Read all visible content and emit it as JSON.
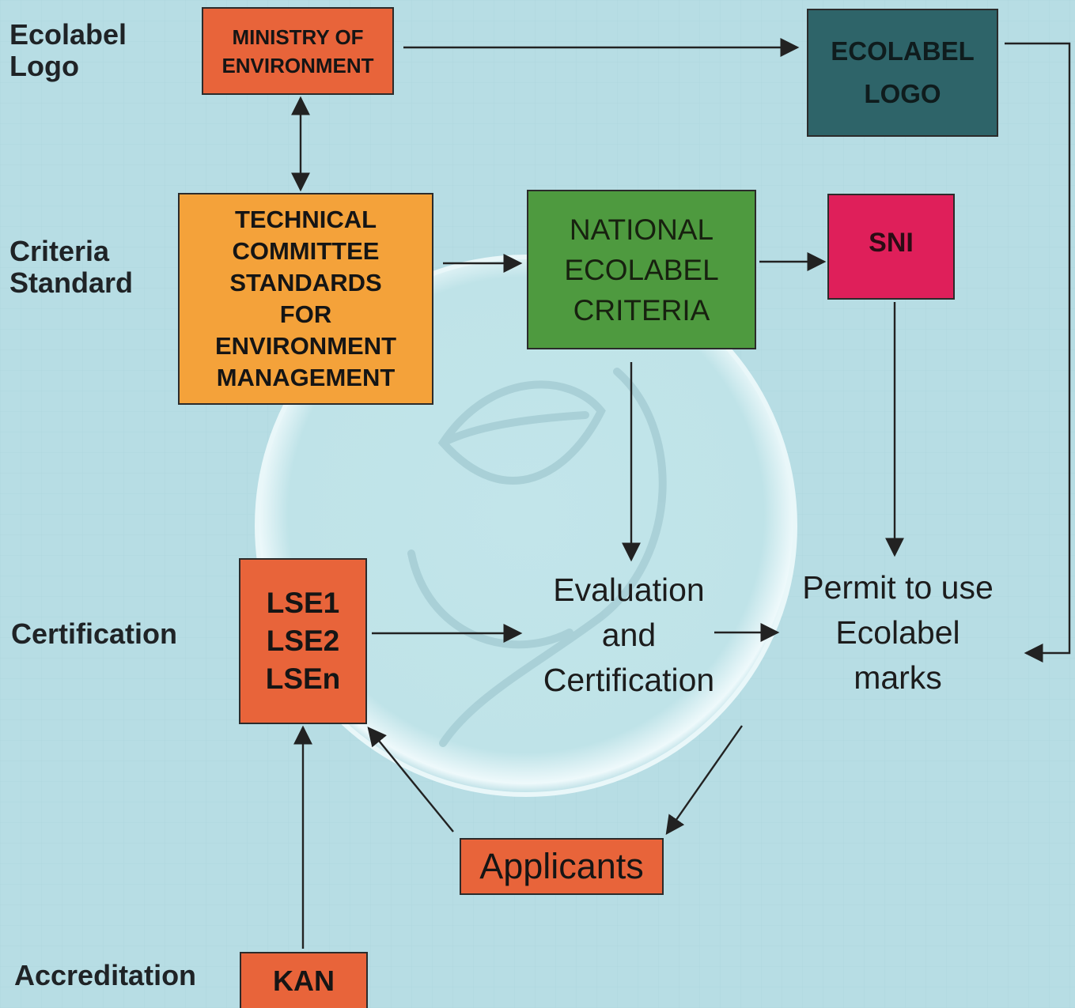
{
  "row_labels": {
    "ecolabel_logo": "Ecolabel\nLogo",
    "criteria_standard": "Criteria\nStandard",
    "certification": "Certification",
    "accreditation": "Accreditation"
  },
  "nodes": {
    "ministry": "MINISTRY OF\nENVIRONMENT",
    "ecolabel_logo": "ECOLABEL\nLOGO",
    "technical_committee": "TECHNICAL\nCOMMITTEE\nSTANDARDS\nFOR\nENVIRONMENT\nMANAGEMENT",
    "national_criteria": "NATIONAL\nECOLABEL\nCRITERIA",
    "sni": "SNI",
    "lse": "LSE1\nLSE2\nLSEn",
    "evaluation": "Evaluation\nand\nCertification",
    "permit": "Permit to use\nEcolabel\nmarks",
    "applicants": "Applicants",
    "kan": "KAN"
  },
  "colors": {
    "background": "#b7dde4",
    "orange_red": "#e8643a",
    "orange": "#f4a23a",
    "green": "#4e9a3f",
    "teal": "#2e6469",
    "crimson": "#df1f5a",
    "arrow": "#222222"
  },
  "background_icon": "embossed-leaf-globe"
}
